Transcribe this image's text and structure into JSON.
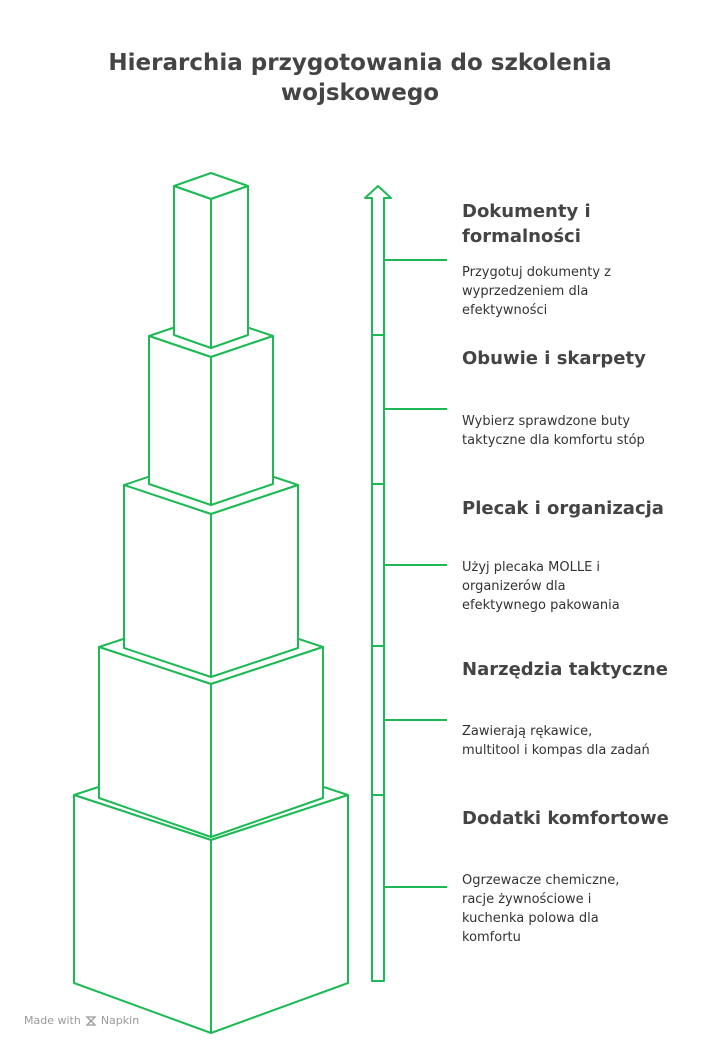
{
  "title": "Hierarchia przygotowania do szkolenia wojskowego",
  "accent_color": "#1db954",
  "items": [
    {
      "title": "Dokumenty i formalności",
      "desc": "Przygotuj dokumenty z wyprzedzeniem dla efektywności"
    },
    {
      "title": "Obuwie i skarpety",
      "desc": "Wybierz sprawdzone buty taktyczne dla komfortu stóp"
    },
    {
      "title": "Plecak i organizacja",
      "desc": "Użyj plecaka MOLLE i organizerów dla efektywnego pakowania"
    },
    {
      "title": "Narzędzia taktyczne",
      "desc": "Zawierają rękawice, multitool i kompas dla zadań"
    },
    {
      "title": "Dodatki komfortowe",
      "desc": "Ogrzewacze chemiczne, racje żywnościowe i kuchenka polowa dla komfortu"
    }
  ],
  "footer": {
    "made_with": "Made with",
    "brand": "Napkin"
  }
}
